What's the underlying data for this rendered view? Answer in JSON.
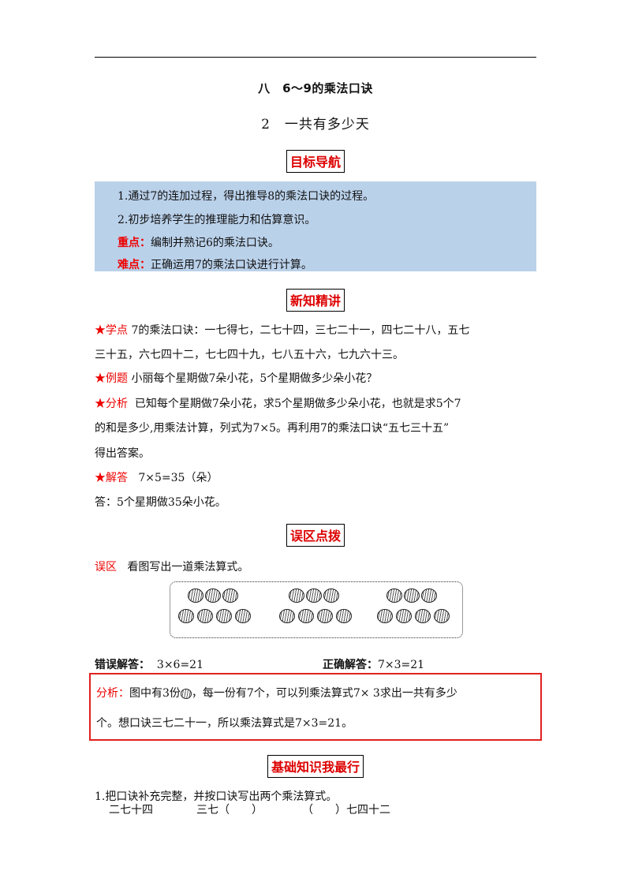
{
  "header": {
    "chapter": "八　6～9的乘法口诀",
    "lesson": "2　一共有多少天"
  },
  "sections": {
    "goals_title": "目标导航",
    "new_title": "新知精讲",
    "mistake_title": "误区点拨",
    "basic_title": "基础知识我最行"
  },
  "goals": {
    "line1": "1.通过7的连加过程，得出推导8的乘法口诀的过程。",
    "line2": "2.初步培养学生的推理能力和估算意识。",
    "key_label": "重点：",
    "key_text": "编制并熟记6的乘法口诀。",
    "hard_label": "难点：",
    "hard_text": "正确运用7的乘法口诀进行计算。"
  },
  "new_knowledge": {
    "star": "★",
    "point_label": "学点",
    "point_line1": " 7的乘法口诀：一七得七，二七十四，三七二十一，四七二十八，五七",
    "point_line2": "三十五，六七四十二，七七四十九，七八五十六，七九六十三。",
    "example_label": "例题",
    "example_text": "小丽每个星期做7朵小花，5个星期做多少朵小花？",
    "analysis_label": "分析",
    "analysis_line1": "已知每个星期做7朵小花，求5个星期做多少朵小花，也就是求5个7",
    "analysis_line2": "的和是多少,用乘法计算，列式为7×5。再利用7的乘法口诀“五七三十五”",
    "analysis_line3": "得出答案。",
    "answer_label": "解答",
    "answer_formula": "7×5=35（朵）",
    "answer_line": "答：5个星期做35朵小花。"
  },
  "mistake": {
    "label": "误区",
    "question": "看图写出一道乘法算式。",
    "groups": 3,
    "balls_per_group": 7,
    "wrong_label": "错误解答：",
    "wrong_answer": "3×6=21",
    "right_label": "正确解答：",
    "right_answer": "7×3=21",
    "analysis_label": "分析：",
    "analysis_a": "图中有3份",
    "analysis_b": "，每一份有7个，可以列乘法算式7× 3求出一共有多少",
    "analysis_line2": "个。想口诀三七二十一，所以乘法算式是7×3=21。"
  },
  "basic": {
    "q1": "1.把口诀补充完整，并按口诀写出两个乘法算式。",
    "item1": "二七十四",
    "item2": "三七（　　）",
    "item3": "（　　）七四十二"
  }
}
